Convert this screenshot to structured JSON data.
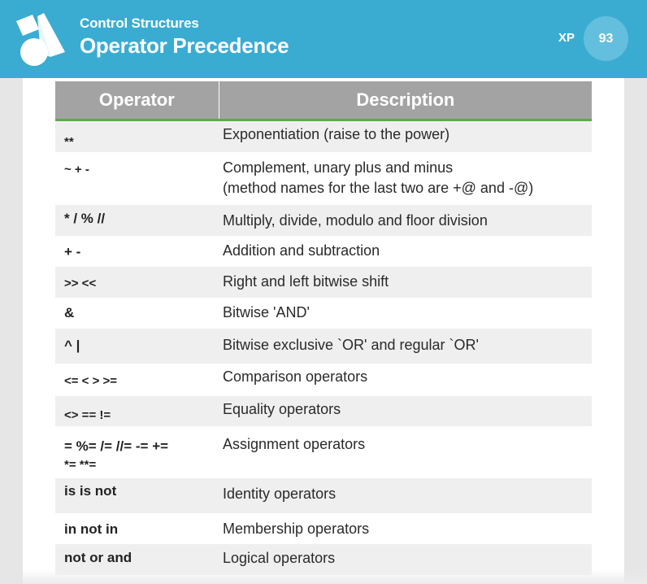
{
  "header": {
    "subtitle": "Control Structures",
    "title": "Operator Precedence",
    "xp_label": "XP",
    "xp_value": "93"
  },
  "table": {
    "headers": [
      "Operator",
      "Description"
    ],
    "rows": [
      {
        "operator": "**",
        "description": "Exponentiation (raise to the power)"
      },
      {
        "operator": "~ + -",
        "description": "Complement, unary plus and minus",
        "description_2": "(method names for the last two are +@ and -@)"
      },
      {
        "operator": "* / % //",
        "description": "Multiply, divide, modulo and floor division"
      },
      {
        "operator": "+ -",
        "description": "Addition and subtraction"
      },
      {
        "operator": ">> <<",
        "description": "Right and left bitwise shift"
      },
      {
        "operator": "&",
        "description": "Bitwise 'AND'"
      },
      {
        "operator": "^ |",
        "description": "Bitwise exclusive `OR' and regular `OR'"
      },
      {
        "operator": "<= < > >=",
        "description": "Comparison operators"
      },
      {
        "operator": "<> == !=",
        "description": "Equality operators"
      },
      {
        "operator": "= %= /= //= -= +=",
        "operator_2": "*= **=",
        "description": "Assignment operators"
      },
      {
        "operator": "is is not",
        "description": "Identity operators"
      },
      {
        "operator": "in not in",
        "description": "Membership operators"
      },
      {
        "operator": "not or and",
        "description": "Logical operators"
      }
    ]
  },
  "colors": {
    "header_bg": "#3aacd1",
    "xp_badge_bg": "#63bfdd",
    "table_header_bg": "#a3a3a3",
    "table_header_accent": "#5aaa48",
    "row_shade": "#efefef"
  }
}
